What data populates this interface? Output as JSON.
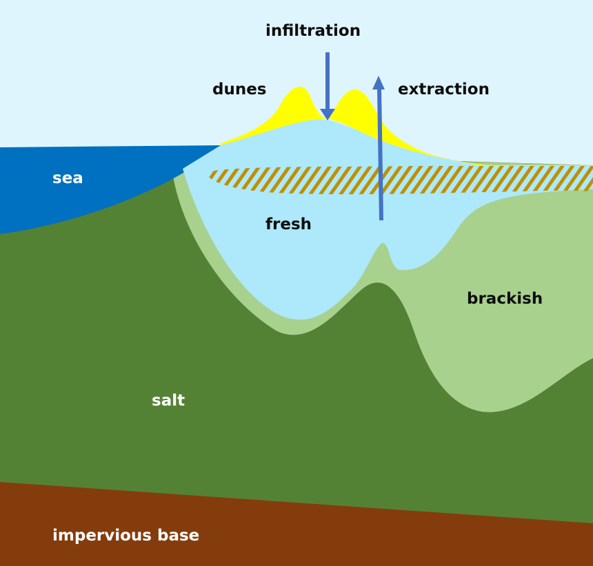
{
  "title": "Coastal dune aquifer cross-section",
  "colors": {
    "sky": "#dff5fd",
    "sea": "#0070c0",
    "dunes": "#ffff00",
    "fresh": "#ade8fb",
    "brackish": "#a9d18e",
    "salt": "#548235",
    "impervious_base": "#843c0c",
    "clay_layer_hatch": "#bf9000",
    "arrow": "#4472c4"
  },
  "labels": {
    "infiltration": "infiltration",
    "extraction": "extraction",
    "dunes": "dunes",
    "sea": "sea",
    "fresh": "fresh",
    "brackish": "brackish",
    "salt": "salt",
    "impervious_base": "impervious base"
  },
  "arrows": [
    {
      "name": "infiltration",
      "direction": "down"
    },
    {
      "name": "extraction",
      "direction": "up"
    }
  ]
}
